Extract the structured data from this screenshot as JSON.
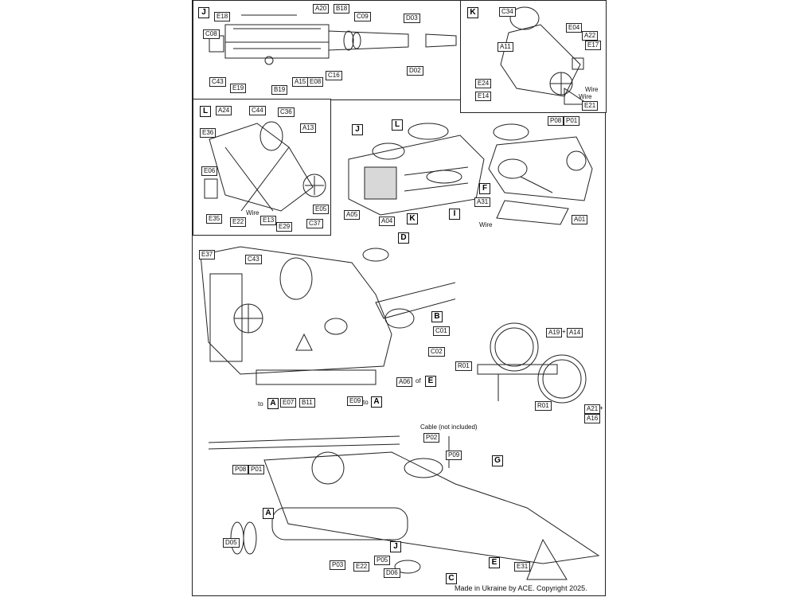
{
  "panels": {
    "J": {
      "letter": "J",
      "tags": [
        "E18",
        "A20",
        "B18",
        "C09",
        "D03",
        "C08",
        "C43",
        "E19",
        "B19",
        "A15",
        "E08",
        "C16",
        "D02"
      ]
    },
    "K": {
      "letter": "K",
      "tags": [
        "C34",
        "E04",
        "A22",
        "A11",
        "E17",
        "E24",
        "E14",
        "E21"
      ],
      "wires": [
        "Wire",
        "Wire"
      ]
    },
    "L": {
      "letter": "L",
      "tags": [
        "A24",
        "C44",
        "C36",
        "A13",
        "E36",
        "E06",
        "E05",
        "E35",
        "E22",
        "E13",
        "E29",
        "C37"
      ],
      "wire": "Wire"
    }
  },
  "sub_assemblies": {
    "middle_letters": [
      "J",
      "L",
      "K",
      "I"
    ],
    "middle_tags": [
      "A05",
      "A04"
    ],
    "right_tags": [
      "P08",
      "P01",
      "A31",
      "A01"
    ],
    "right_letter": "F",
    "right_wire": "Wire"
  },
  "main_assembly": {
    "tags": [
      "E37",
      "C43",
      "C01",
      "C02",
      "A06",
      "E07",
      "B11",
      "E09"
    ],
    "letters": [
      "D",
      "B",
      "E",
      "A",
      "A"
    ],
    "of_text": "of",
    "to_text_1": "to",
    "to_text_2": "to"
  },
  "wheel_assembly": {
    "tags": [
      "A19",
      "A14",
      "R01",
      "R01",
      "A21",
      "A16"
    ],
    "plus_1": "+",
    "plus_2": "+"
  },
  "final_assembly": {
    "cable_note": "Cable (not included)",
    "tags": [
      "P02",
      "P09",
      "P08",
      "P01",
      "D05",
      "P03",
      "E22",
      "P05",
      "D06",
      "E31"
    ],
    "letters": [
      "G",
      "A",
      "J",
      "C",
      "E"
    ]
  },
  "footer": "Made in Ukraine by ACE. Copyright 2025.",
  "colors": {
    "line": "#222222",
    "background": "#ffffff",
    "panel_border": "#111111"
  }
}
